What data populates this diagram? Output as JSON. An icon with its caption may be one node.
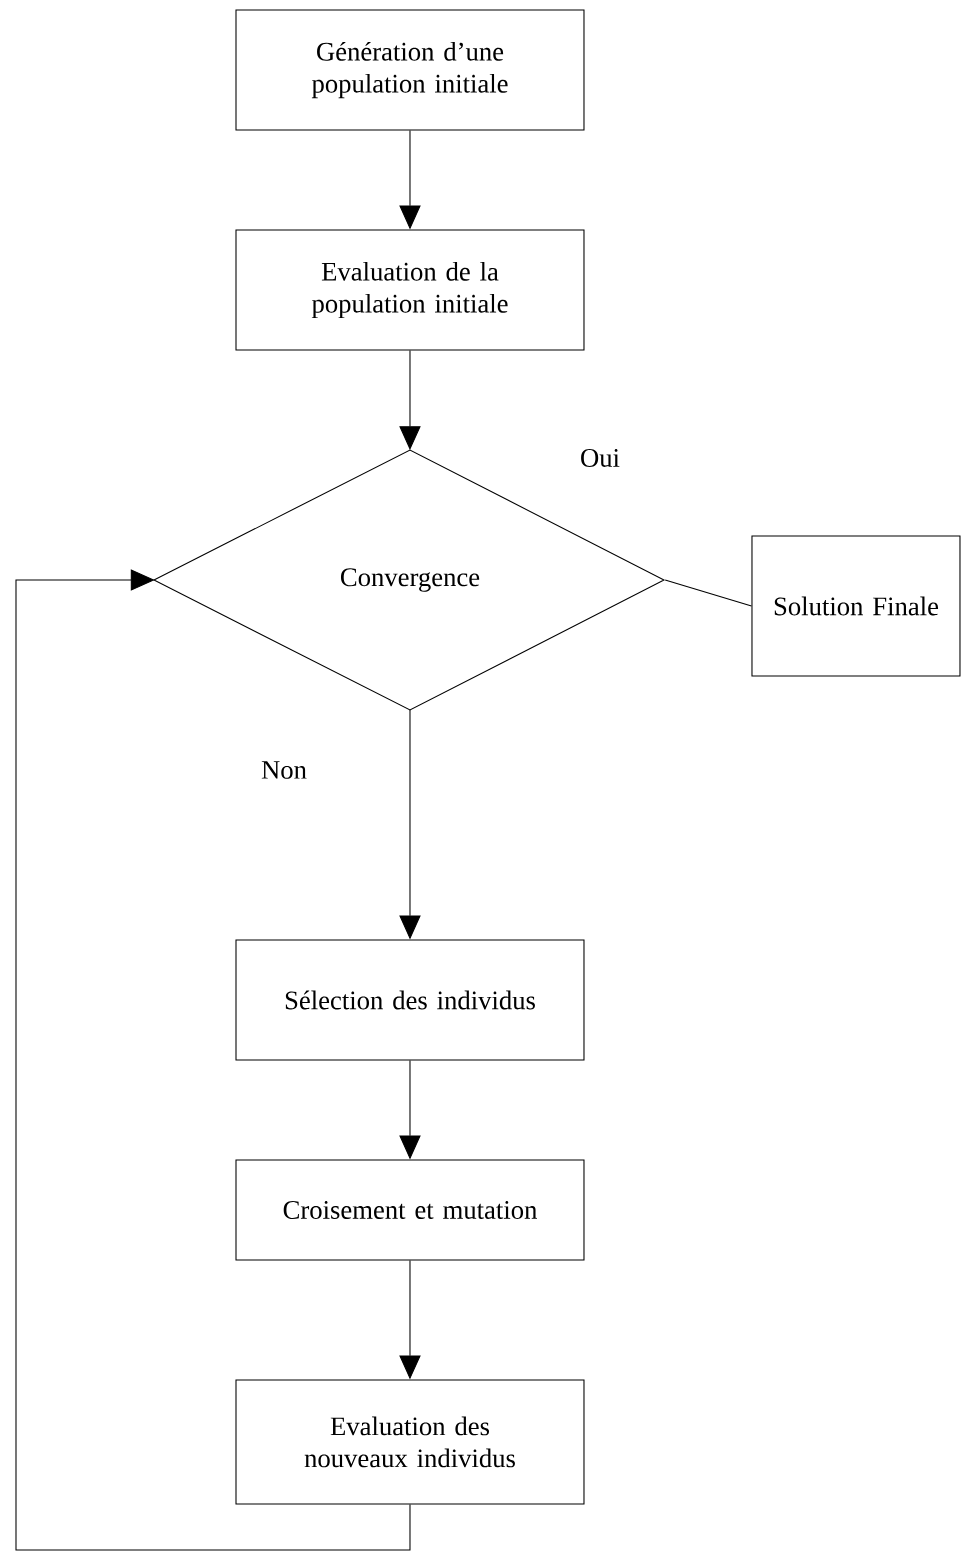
{
  "diagram": {
    "nodes": [
      {
        "text": [
          "Génération d’une population initiale"
        ]
      },
      {
        "text": [
          "Evaluation de la population initiale"
        ]
      },
      {
        "text": [
          "Convergence"
        ]
      },
      {
        "text": [
          "Solution Finale"
        ]
      },
      {
        "text": [
          "Sélection des individus"
        ]
      },
      {
        "text": [
          "Croisement et mutation"
        ]
      },
      {
        "text": [
          "Evaluation des nouveaux individus"
        ]
      }
    ],
    "edges": [
      {
        "from": 0,
        "to": 1,
        "arrow": "to"
      },
      {
        "from": 1,
        "to": 2,
        "arrow": "to"
      },
      {
        "from": 2,
        "to": 3,
        "arrow": "none",
        "label": "Oui"
      },
      {
        "from": 2,
        "to": 4,
        "arrow": "to",
        "label": "Non"
      },
      {
        "from": 4,
        "to": 5,
        "arrow": "to"
      },
      {
        "from": 5,
        "to": 6,
        "arrow": "to"
      },
      {
        "from": 6,
        "to": 2,
        "arrow": "to"
      }
    ]
  }
}
